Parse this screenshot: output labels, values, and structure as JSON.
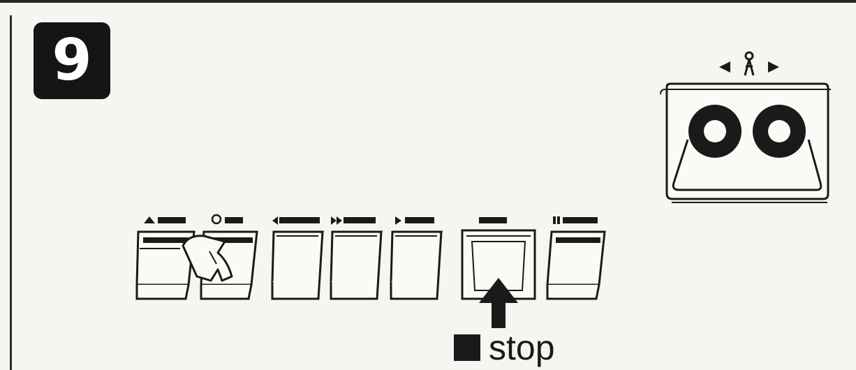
{
  "step": {
    "number": "9"
  },
  "stop": {
    "label": "stop",
    "icon": "stop-square-icon"
  },
  "deck": {
    "keys": [
      {
        "id": "eject",
        "icon": "eject-icon"
      },
      {
        "id": "record",
        "icon": "record-icon",
        "pressed": true
      },
      {
        "id": "rewind",
        "icon": "rewind-icon"
      },
      {
        "id": "fast-forward",
        "icon": "fast-forward-icon"
      },
      {
        "id": "play",
        "icon": "play-icon"
      },
      {
        "id": "stop",
        "icon": "stop-icon",
        "highlighted": true
      },
      {
        "id": "pause",
        "icon": "pause-icon"
      }
    ]
  },
  "cassette": {
    "icon": "cassette-icon",
    "direction_icon": "tape-direction-icon"
  },
  "colors": {
    "ink": "#1a1a1a",
    "paper": "#f6f5f1",
    "badge": "#151515"
  }
}
